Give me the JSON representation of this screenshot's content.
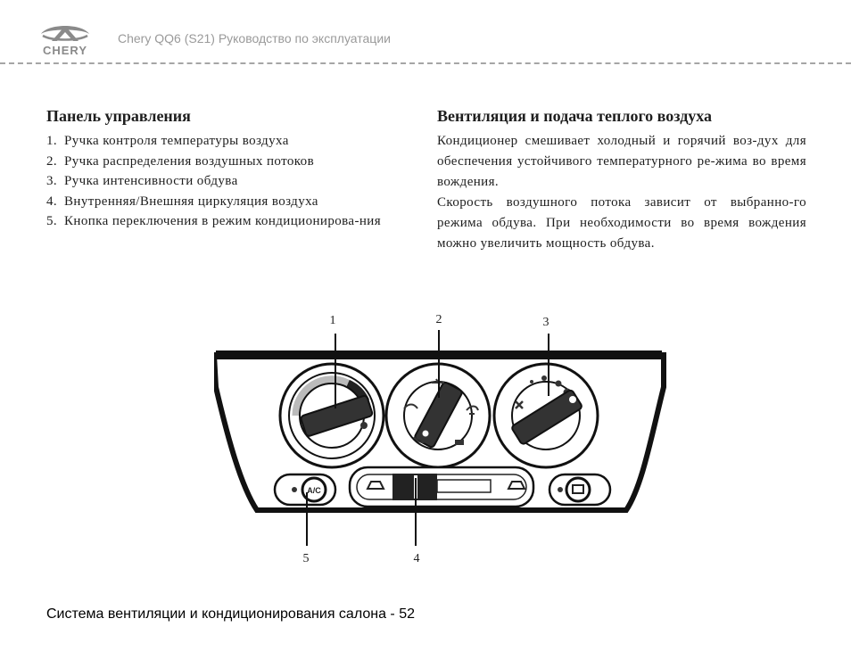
{
  "header": {
    "logo_text": "CHERY",
    "title": "Chery QQ6 (S21)  Руководство по эксплуатации"
  },
  "left_section": {
    "title": "Панель управления",
    "items": [
      {
        "num": "1.",
        "text": "Ручка контроля температуры воздуха"
      },
      {
        "num": "2.",
        "text": "Ручка распределения воздушных потоков"
      },
      {
        "num": "3.",
        "text": "Ручка интенсивности обдува"
      },
      {
        "num": "4.",
        "text": "Внутренняя/Внешняя циркуляция воздуха"
      },
      {
        "num": "5.",
        "text": "Кнопка переключения в режим кондиционирова-ния"
      }
    ]
  },
  "right_section": {
    "title": "Вентиляция и подача теплого воздуха",
    "paragraphs": [
      "Кондиционер смешивает холодный и горячий воз-дух для обеспечения устойчивого температурного ре-жима во время вождения.",
      "Скорость воздушного потока зависит от выбранно-го режима обдува. При необходимости во время вождения можно увеличить мощность обдува."
    ]
  },
  "figure": {
    "callouts": [
      "1",
      "2",
      "3",
      "4",
      "5"
    ],
    "ac_label": "A/C"
  },
  "footer": {
    "text": "Система вентиляции и кондиционирования салона - 52"
  }
}
